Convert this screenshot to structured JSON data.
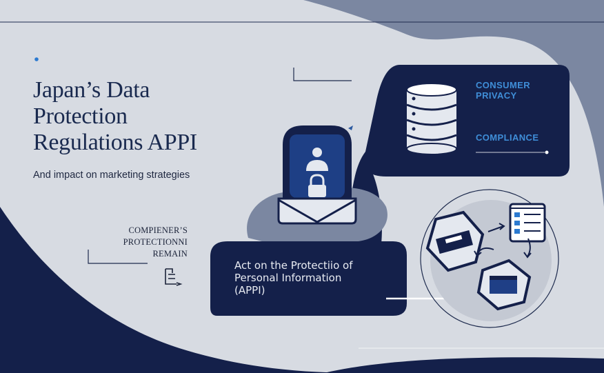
{
  "title": {
    "line1": "Japan’s Data",
    "line2": "Protection",
    "line3": "Regulations APPI"
  },
  "subtitle": "And impact on marketing strategies",
  "side_note": {
    "line1": "COMPIENER’S",
    "line2": "PROTECTIONNI",
    "line3": "REMAIN"
  },
  "act_card": {
    "line1": "Act on the Protectiio of",
    "line2": "Personal Information",
    "line3": "(APPI)"
  },
  "privacy_panel": {
    "line1": "CONSUMER",
    "line2": "PRIVACY",
    "compliance": "COMPLIANCE"
  },
  "colors": {
    "navy": "#13214a",
    "accent_blue": "#3f8ed8",
    "background": "#d7dbe2"
  },
  "icons": [
    "database-icon",
    "user-icon",
    "lock-icon",
    "envelope-icon",
    "document-icon",
    "card-icon",
    "box-icon",
    "cycle-arrow-icon",
    "list-icon"
  ]
}
